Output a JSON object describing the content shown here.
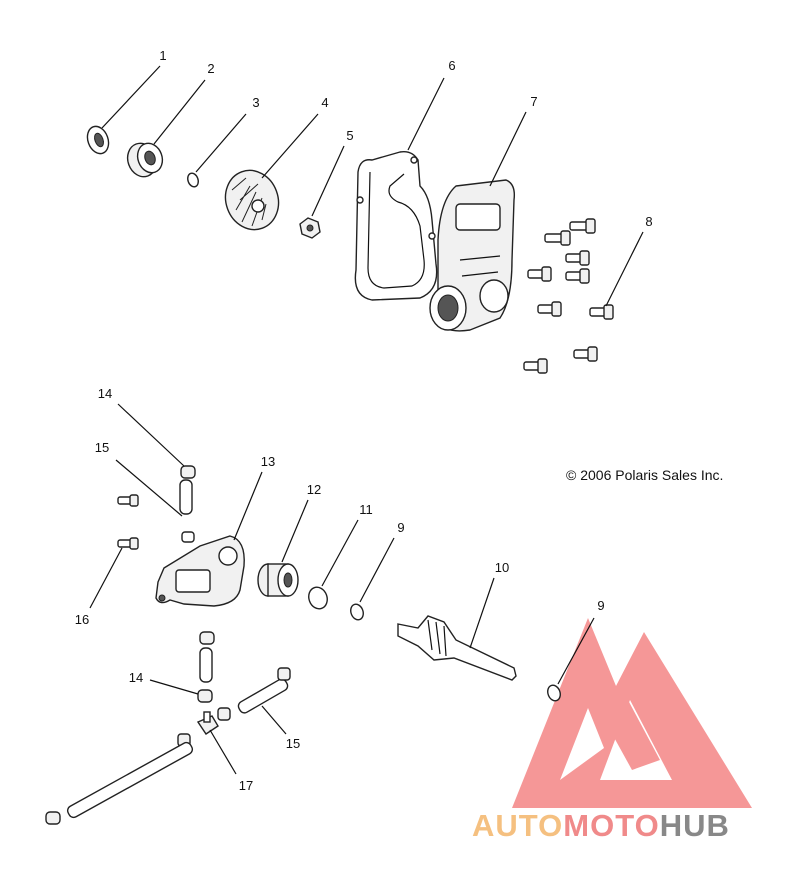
{
  "copyright": "© 2006 Polaris Sales Inc.",
  "callouts": [
    "1",
    "2",
    "3",
    "4",
    "5",
    "6",
    "7",
    "8",
    "14",
    "15",
    "13",
    "12",
    "11",
    "9",
    "10",
    "16",
    "9",
    "14",
    "15",
    "17"
  ],
  "watermark": {
    "logo": "AUTOMOTOHUB",
    "part1": "AUTO",
    "part2": "MOTO",
    "part3": "HUB",
    "colors": {
      "auto": "#f5c080",
      "moto": "#f08a8a",
      "hub": "#888888",
      "triangle": "#f48686"
    }
  }
}
